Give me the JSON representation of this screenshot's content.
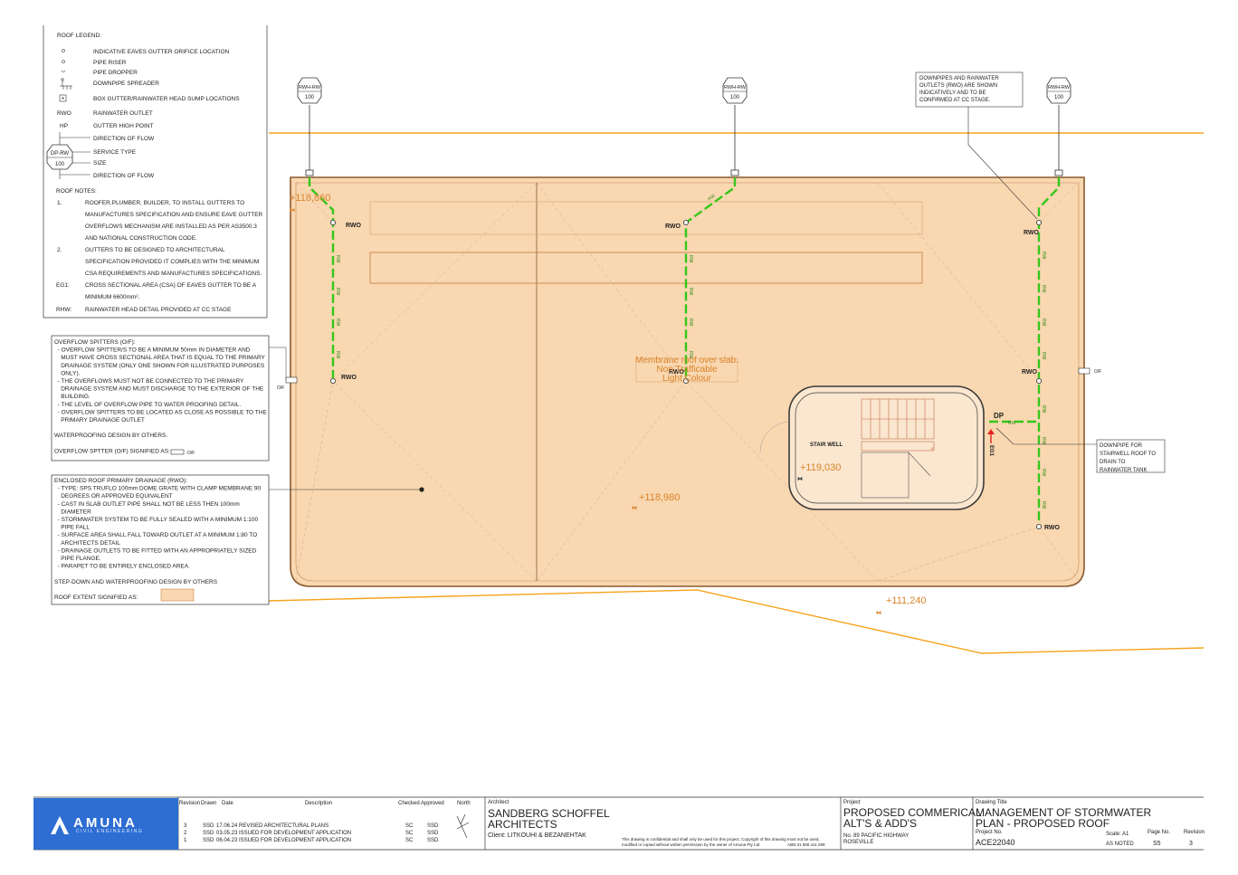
{
  "legend": {
    "title": "ROOF LEGEND:",
    "items": [
      "INDICATIVE EAVES GUTTER ORIFICE LOCATION",
      "PIPE RISER",
      "PIPE DROPPER",
      "DOWNPIPE SPREADER",
      "BOX GUTTER/RAINWATER HEAD SUMP LOCATIONS"
    ],
    "abbr": [
      {
        "code": "RWO",
        "text": "RAINWATER OUTLET"
      },
      {
        "code": "HP",
        "text": "GUTTER HIGH POINT"
      }
    ],
    "direction_top": "DIRECTION OF FLOW",
    "service_type": "SERVICE TYPE",
    "size": "SIZE",
    "direction_bottom": "DIRECTION OF FLOW",
    "tag_type": "DP-RW",
    "tag_size": "100"
  },
  "notes": {
    "title": "ROOF NOTES:",
    "items": [
      {
        "num": "1.",
        "lines": [
          "ROOFER,PLUMBER, BUILDER, TO INSTALL GUTTERS TO",
          "MANUFACTURES SPECIFICATION AND ENSURE EAVE GUTTER",
          "OVERFLOWS MECHANISM ARE INSTALLED AS PER AS3500.3",
          "AND NATIONAL CONSTRUCTION CODE."
        ]
      },
      {
        "num": "2.",
        "lines": [
          "GUTTERS TO BE DESIGNED TO ARCHITECTURAL",
          "SPECIFICATION PROVIDED IT COMPLIES WITH THE MINIMUM",
          "CSA REQUIREMENTS AND MANUFACTURES SPECIFICATIONS."
        ]
      },
      {
        "num": "EG1:",
        "lines": [
          "CROSS SECTIONAL AREA (CSA) OF EAVES GUTTER TO BE A",
          "MINIMUM 6600mm²."
        ]
      },
      {
        "num": "RHW:",
        "lines": [
          "RAINWATER HEAD DETAIL  PROVIDED AT CC STAGE"
        ]
      }
    ]
  },
  "overflow_box": {
    "lines": [
      "OVERFLOW SPITTERS (O/F):",
      "  - OVERFLOW SPITTER/S TO BE A MINIMUM 50mm IN DIAMETER AND",
      "    MUST HAVE CROSS SECTIONAL AREA THAT IS EQUAL TO THE PRIMARY",
      "    DRAINAGE SYSTEM (ONLY ONE SHOWN FOR ILLUSTRATED PURPOSES",
      "    ONLY).",
      "  - THE OVERFLOWS MUST NOT BE CONNECTED TO THE PRIMARY",
      "    DRAINAGE SYSTEM AND MUST DISCHARGE TO THE EXTERIOR OF THE",
      "    BUILDING.",
      "  - THE LEVEL OF OVERFLOW PIPE TO WATER PROOFING DETAIL.",
      "  - OVERFLOW SPITTERS TO BE LOCATED AS CLOSE AS POSSIBLE TO THE",
      "    PRIMARY DRAINAGE OUTLET",
      "",
      "WATERPROOFING DESIGN BY OTHERS.",
      "",
      "OVERFLOW SPTTER (O/F) SIGNIFIED AS:"
    ],
    "of_label": "O/F"
  },
  "enclosed_box": {
    "lines": [
      "ENCLOSED ROOF PRIMARY DRAINAGE (RWO):",
      "  - TYPE: SPS TRUFLO 100mm DOME GRATE WITH CLAMP MEMBRANE 90",
      "    DEGREES OR APPROVED EQUIVALENT",
      "  - CAST IN SLAB OUTLET PIPE SHALL NOT BE LESS THEN 100mm",
      "    DIAMETER",
      "  - STORMWATER SYSTEM TO BE FULLY SEALED WITH A MINIMUM 1:100",
      "    PIPE FALL",
      "  - SURFACE AREA SHALL FALL TOWARD OUTLET AT A MINIMUM 1:80 TO",
      "    ARCHITECTS DETAIL",
      "  - DRAINAGE OUTLETS TO BE FITTED WITH AN APPROPRIATELY SIZED",
      "    PIPE FLANGE.",
      "  - PARAPET TO BE ENTIRELY ENCLOSED AREA.",
      "",
      "STEP-DOWN AND WATERPROOFING DESIGN BY OTHERS",
      "",
      "ROOF EXTENT SIGNIFIED AS:"
    ]
  },
  "downpipe_note": [
    "DOWNPIPES AND RAINWATER",
    "OUTLETS (RWO) ARE SHOWN",
    "INDICATIVELY AND TO BE",
    "CONFIRMED AT CC STAGE."
  ],
  "stairwell_note": [
    "DOWNPIPE FOR",
    "STAIRWELL ROOF TO",
    "DRAIN TO",
    "RAINWATER TANK"
  ],
  "rwh_tags": [
    {
      "type": "RWH-RW",
      "size": "100"
    },
    {
      "type": "RWH-RW",
      "size": "100"
    },
    {
      "type": "RWH-RW",
      "size": "100"
    }
  ],
  "labels": {
    "rwo": "RWO",
    "rw": "RW",
    "of": "O/F",
    "dp": "DP",
    "eg1": "EG1",
    "stair_well": "STAIR WELL",
    "stair_num": "10"
  },
  "membrane": [
    "Membrane roof over slab.",
    "Non Trafficable",
    "Light Colour"
  ],
  "levels": {
    "l1": "+118,860",
    "l2": "+118,980",
    "l3": "+119,030",
    "l4": "+111,240"
  },
  "colors": {
    "roof_fill": "#f9d7b0",
    "roof_stroke": "#8a5a2e",
    "boundary": "#f7a21b",
    "pipe": "#34c71a",
    "level_text": "#d9832a"
  },
  "title_block": {
    "company": "AMUNA",
    "company_sub": "CIVIL ENGINEERING",
    "rev_headers": {
      "revision": "Revision",
      "drawn": "Drawn",
      "date": "Date",
      "description": "Description",
      "checked": "Checked",
      "approved": "Approved",
      "north": "North"
    },
    "revisions": [
      {
        "rev": "3",
        "drawn": "SSD",
        "date": "17.06.24",
        "desc": "REVISED ARCHITECTURAL PLANS",
        "checked": "SC",
        "approved": "SSD"
      },
      {
        "rev": "2",
        "drawn": "SSD",
        "date": "03.05.23",
        "desc": "ISSUED FOR DEVELOPMENT APPLICATION",
        "checked": "SC",
        "approved": "SSD"
      },
      {
        "rev": "1",
        "drawn": "SSD",
        "date": "06.04.23",
        "desc": "ISSUED FOR DEVELOPMENT APPLICATION",
        "checked": "SC",
        "approved": "SSD"
      }
    ],
    "architect_label": "Architect",
    "architect_line1": "SANDBERG SCHOFFEL",
    "architect_line2": "ARCHITECTS",
    "client": "Client: LITKOUHI & BEZANEHTAK",
    "disclaimer1": "This drawing is confidential and shall only be used for this project. Copyright of this drawing must not be used,",
    "disclaimer2": "modified or copied without written permission by the owner of Amuna Pty Ltd",
    "abn": "ABN:31 658 411 299",
    "project_label": "Project",
    "project_line1": "PROPOSED COMMERICAL",
    "project_line2": "ALT'S & ADD'S",
    "address1": "No. 89 PACIFIC HIGHWAY",
    "address2": "ROSEVILLE",
    "drawing_title_label": "Drawing Title",
    "drawing_title1": "MANAGEMENT OF STORMWATER",
    "drawing_title2": "PLAN - PROPOSED ROOF",
    "project_no_label": "Project No.",
    "project_no": "ACE22040",
    "scale_label": "Scale: A1",
    "scale": "AS NOTED",
    "page_label": "Page No.",
    "page": "S5",
    "revision_label": "Revision",
    "revision": "3"
  }
}
